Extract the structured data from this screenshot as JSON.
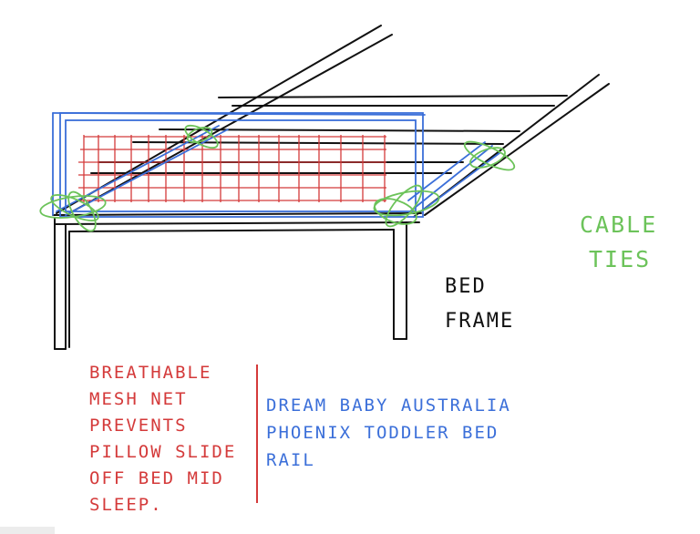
{
  "labels": {
    "cable_ties": [
      "CABLE",
      "TIES"
    ],
    "bed_frame": [
      "BED",
      "FRAME"
    ],
    "mesh_note": [
      "BREATHABLE",
      "MESH NET",
      "PREVENTS",
      "PILLOW SLIDE",
      "OFF BED MID",
      "SLEEP."
    ],
    "product_note": [
      "DREAM BABY AUSTRALIA",
      "PHOENIX TODDLER BED",
      "RAIL"
    ]
  },
  "colors": {
    "frame": "#111111",
    "rail": "#3b6fd9",
    "mesh": "#d43a3a",
    "ties": "#6cc35a",
    "divider": "#d43a3a"
  }
}
